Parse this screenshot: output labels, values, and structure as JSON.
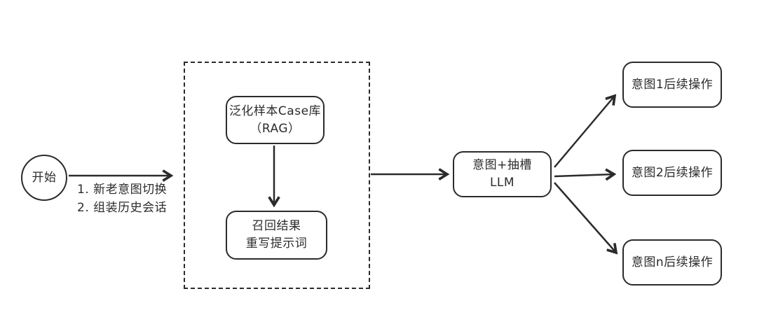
{
  "diagram": {
    "title_hint": "intent-routing-flowchart",
    "start_node": {
      "label": "开始"
    },
    "start_arrow_notes": {
      "line1": "1. 新老意图切换",
      "line2": "2. 组装历史会话"
    },
    "rag_group": {
      "case_box": {
        "line1": "泛化样本Case库",
        "line2": "（RAG）"
      },
      "recall_box": {
        "line1": "召回结果",
        "line2": "重写提示词"
      }
    },
    "llm_box": {
      "line1": "意图+抽槽",
      "line2": "LLM"
    },
    "intent_boxes": [
      {
        "label": "意图1后续操作"
      },
      {
        "label": "意图2后续操作"
      },
      {
        "label": "意图n后续操作"
      }
    ],
    "colors": {
      "stroke": "#2b2b2b",
      "background": "#ffffff"
    }
  }
}
